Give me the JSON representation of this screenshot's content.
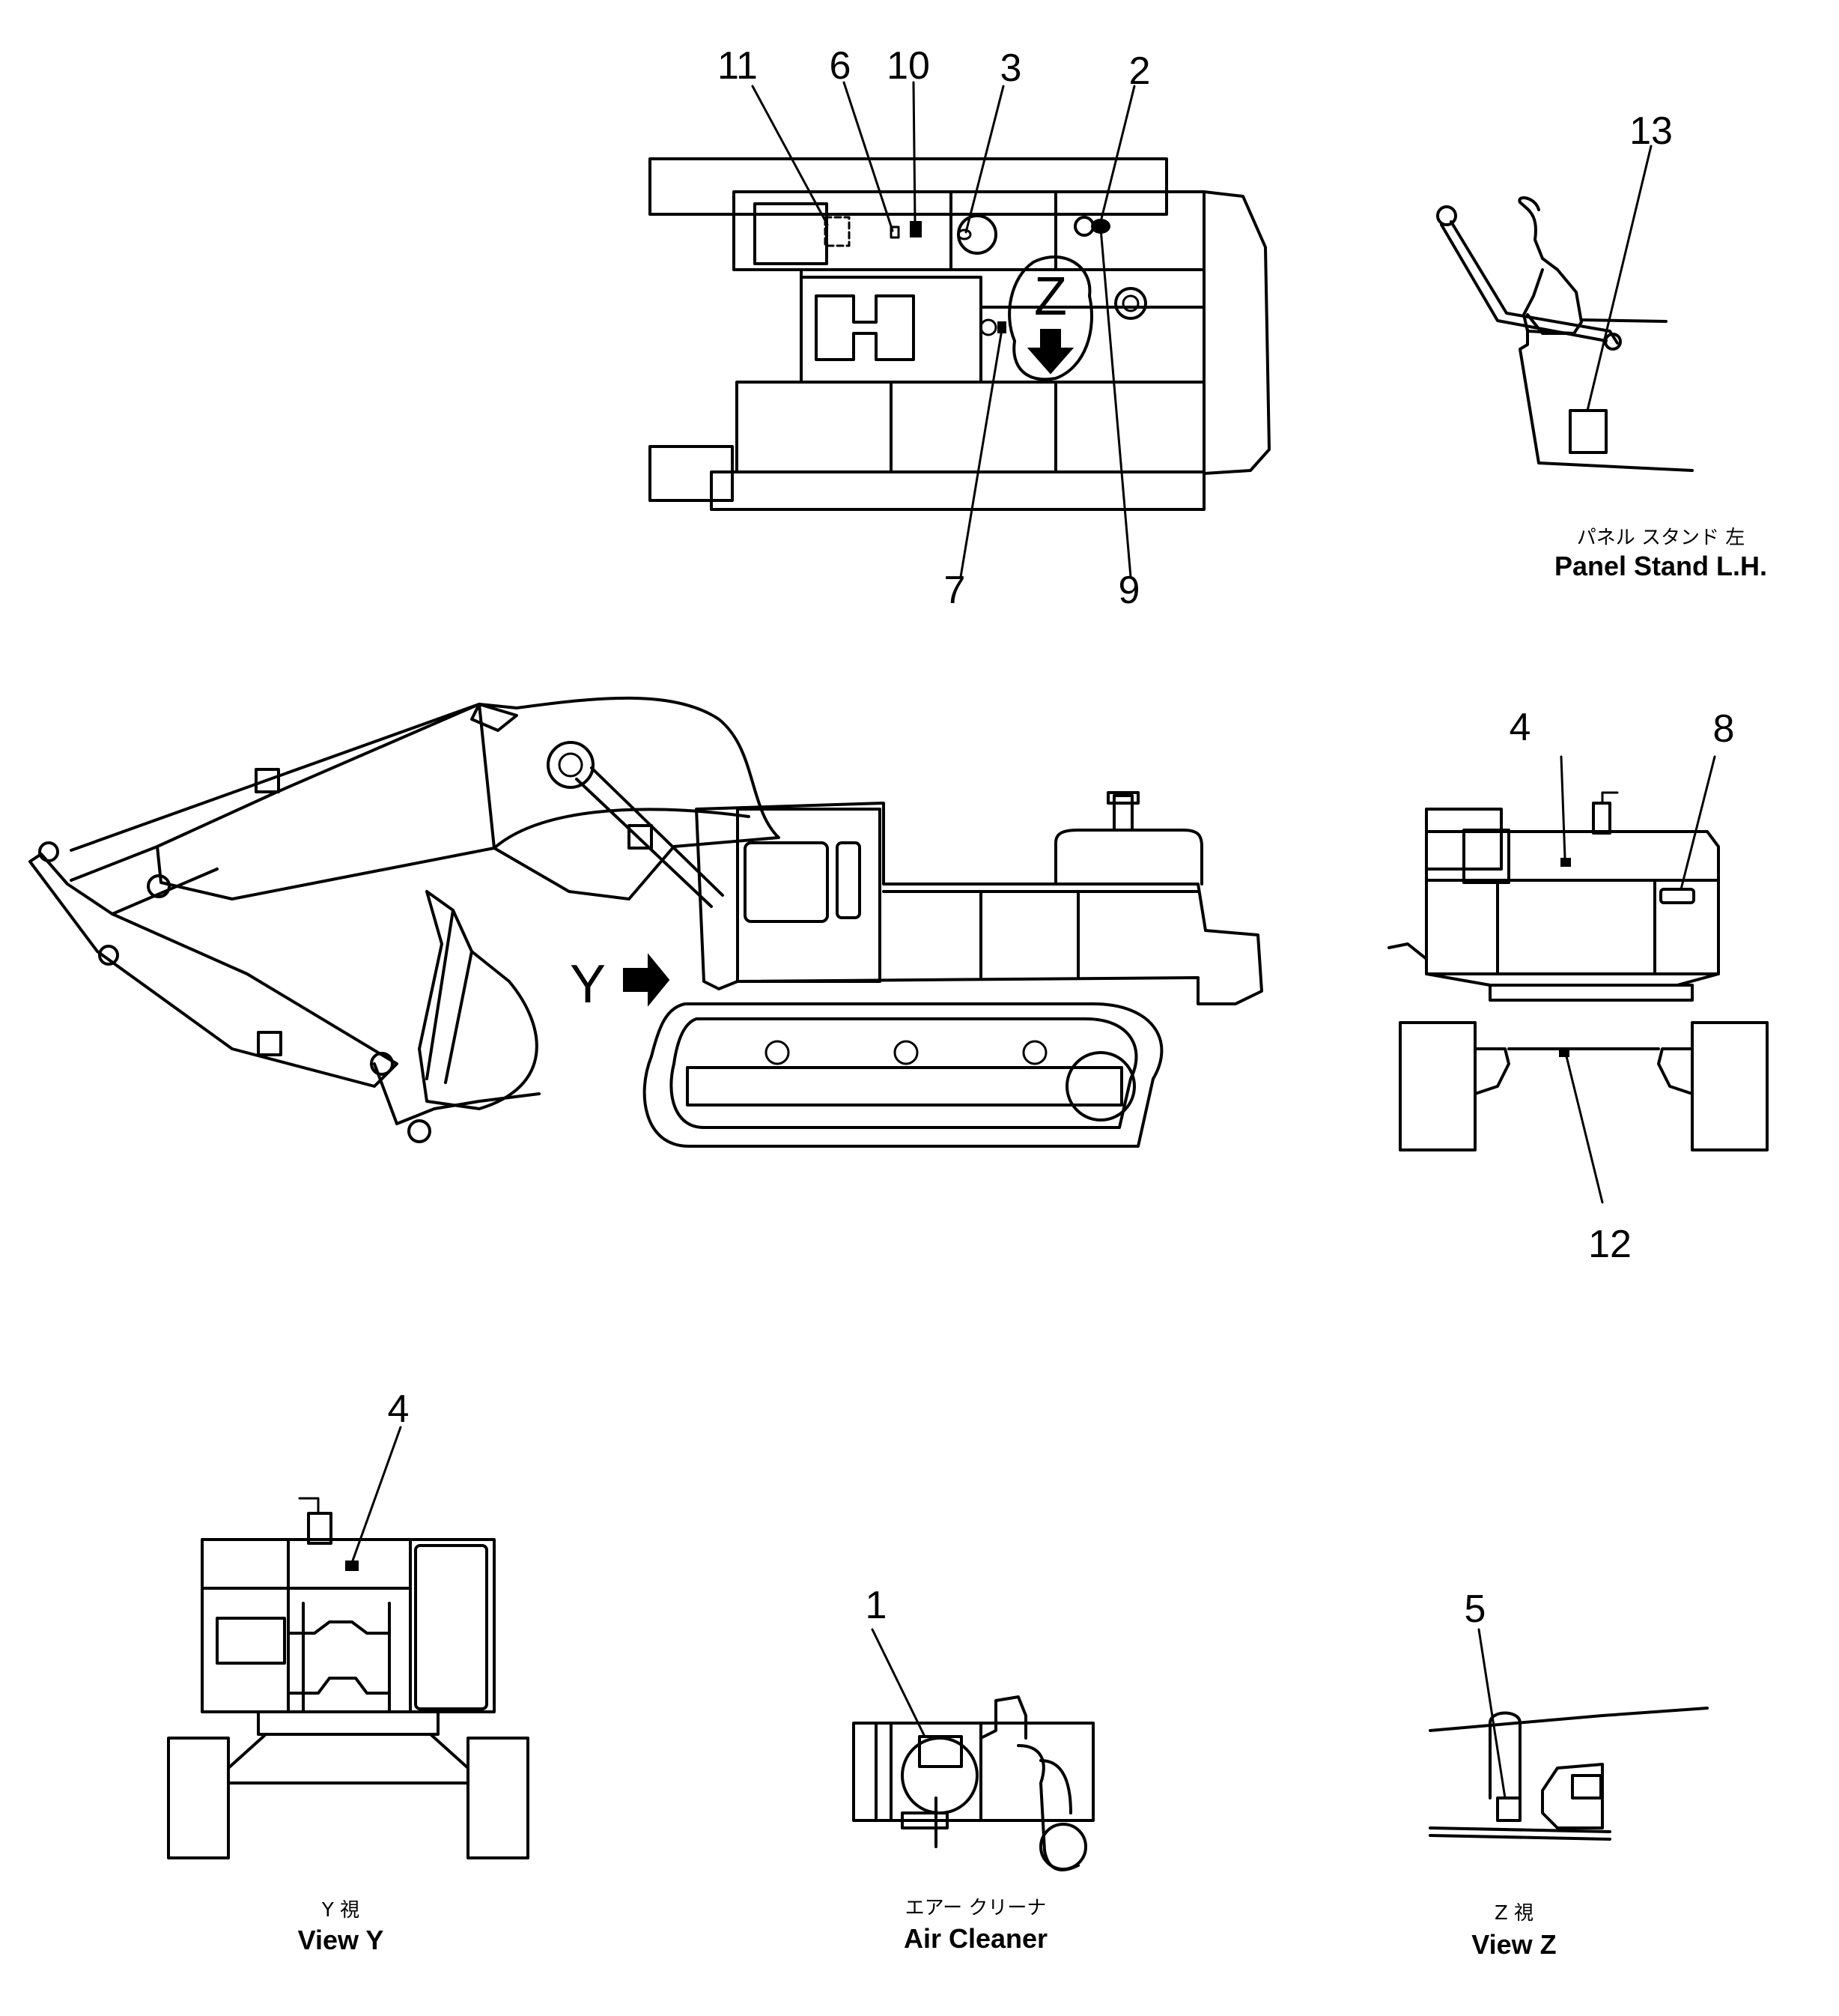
{
  "callouts": {
    "c1": "1",
    "c2": "2",
    "c3": "3",
    "c4a": "4",
    "c4b": "4",
    "c5": "5",
    "c6": "6",
    "c7": "7",
    "c8": "8",
    "c9": "9",
    "c10": "10",
    "c11": "11",
    "c12": "12",
    "c13": "13"
  },
  "view_markers": {
    "z": "Z",
    "y": "Y"
  },
  "captions": {
    "panel_stand_jp": "パネル スタンド 左",
    "panel_stand_en": "Panel Stand L.H.",
    "view_y_jp": "Y 視",
    "view_y_en": "View Y",
    "air_cleaner_jp": "エアー クリーナ",
    "air_cleaner_en": "Air Cleaner",
    "view_z_jp": "Z 視",
    "view_z_en": "View Z"
  }
}
